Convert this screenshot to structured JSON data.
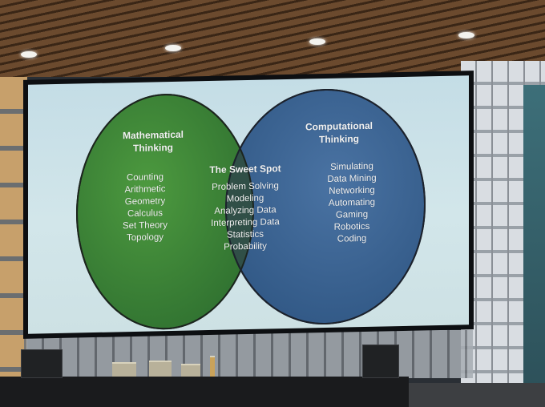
{
  "venn": {
    "left": {
      "title_line1": "Mathematical",
      "title_line2": "Thinking",
      "items": [
        "Counting",
        "Arithmetic",
        "Geometry",
        "Calculus",
        "Set Theory",
        "Topology"
      ],
      "color": "#3f8a3a"
    },
    "center": {
      "title": "The Sweet Spot",
      "items": [
        "Problem Solving",
        "Modeling",
        "Analyzing Data",
        "Interpreting Data",
        "Statistics",
        "Probability"
      ],
      "color": "#31534a"
    },
    "right": {
      "title_line1": "Computational",
      "title_line2": "Thinking",
      "items": [
        "Simulating",
        "Data Mining",
        "Networking",
        "Automating",
        "Gaming",
        "Robotics",
        "Coding"
      ],
      "color": "#3a5f8f"
    }
  }
}
